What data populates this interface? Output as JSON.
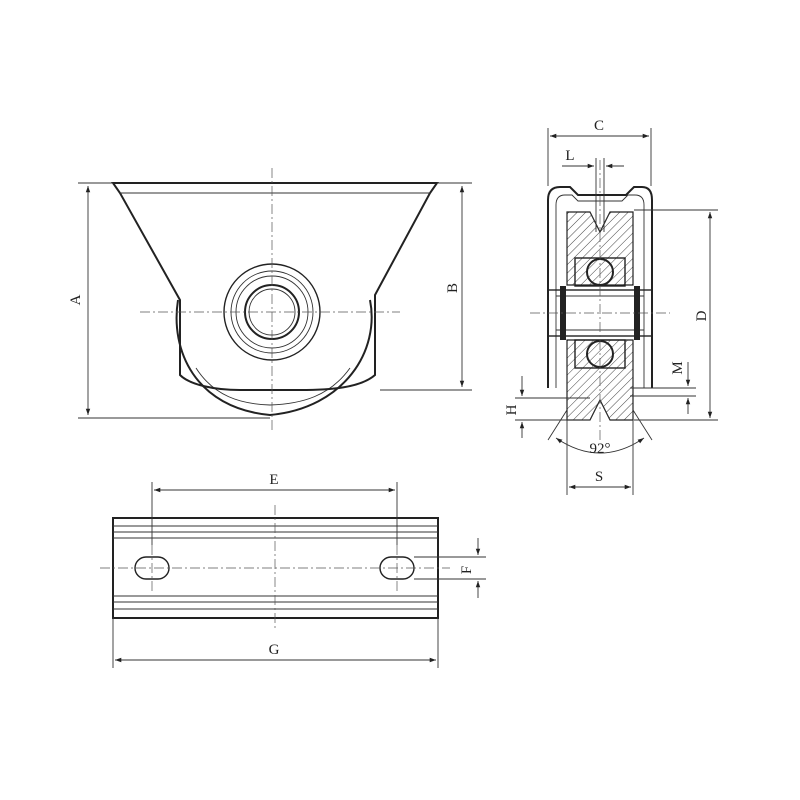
{
  "labels": {
    "A": "A",
    "B": "B",
    "C": "C",
    "L": "L",
    "D": "D",
    "M": "M",
    "H": "H",
    "S": "S",
    "angle": "92°",
    "E": "E",
    "F": "F",
    "G": "G"
  },
  "colors": {
    "line": "#222222",
    "background": "#ffffff"
  }
}
